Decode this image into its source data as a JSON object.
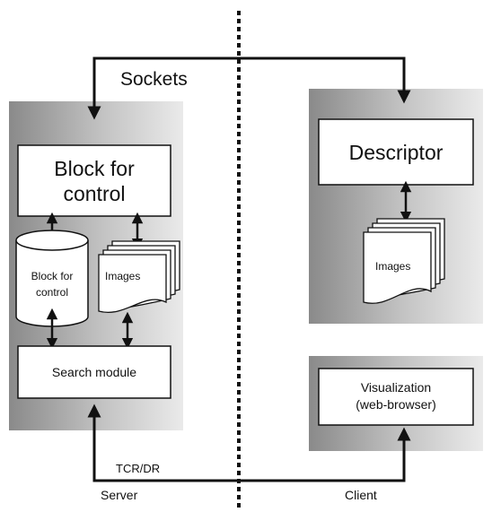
{
  "labels": {
    "sockets": "Sockets",
    "server_block_title_line1": "Block for",
    "server_block_title_line2": "control",
    "database_line1": "Block for",
    "database_line2": "control",
    "server_images": "Images",
    "search_module": "Search module",
    "descriptor": "Descriptor",
    "client_images": "Images",
    "visualization_line1": "Visualization",
    "visualization_line2": "(web-browser)",
    "protocol": "TCR/DR",
    "server": "Server",
    "client": "Client"
  },
  "colors": {
    "panel_dark": "#7a7a7a",
    "panel_light": "#e6e6e6",
    "line": "#111111",
    "box_fill": "#ffffff"
  }
}
